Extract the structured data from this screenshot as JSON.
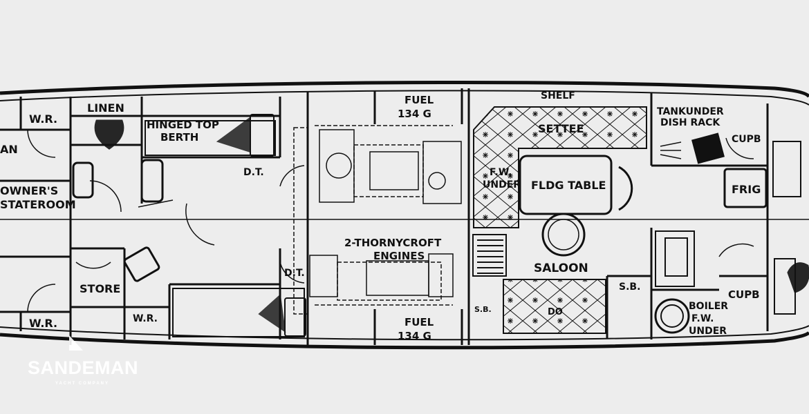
{
  "plan": {
    "labels": {
      "wr_top": "W.R.",
      "linen": "LINEN",
      "hinged_top": "HINGED TOP",
      "berth": "BERTH",
      "dt_top": "D.T.",
      "owners": "OWNER'S",
      "stateroom": "STATEROOM",
      "an": "AN",
      "store": "STORE",
      "wr_bottom_left": "W.R.",
      "wr_bottom_mid": "W.R.",
      "dt_mid": "D.T.",
      "fuel_top": "FUEL",
      "fuel_top_qty": "134 G",
      "fuel_bottom": "FUEL",
      "fuel_bottom_qty": "134 G",
      "engines_1": "2-THORNYCROFT",
      "engines_2": "ENGINES",
      "shelf": "SHELF",
      "settee": "SETTEE",
      "fw": "F.W.",
      "under": "UNDER",
      "fldg_table": "FLDG TABLE",
      "saloon": "SALOON",
      "sb_left": "S.B.",
      "sb_right": "S.B.",
      "do": "DO",
      "tank_under": "TANKUNDER",
      "dish_rack": "DISH RACK",
      "cupb_top": "CUPB",
      "frig": "FRIG",
      "cupb_bottom": "CUPB",
      "boiler": "BOILER",
      "boiler_fw": "F.W.",
      "boiler_under": "UNDER"
    }
  },
  "watermark": {
    "brand": "SANDEMAN",
    "tagline": "YACHT COMPANY"
  },
  "colors": {
    "ink": "#111111",
    "paper": "#ededed",
    "watermark": "#ffffff"
  }
}
